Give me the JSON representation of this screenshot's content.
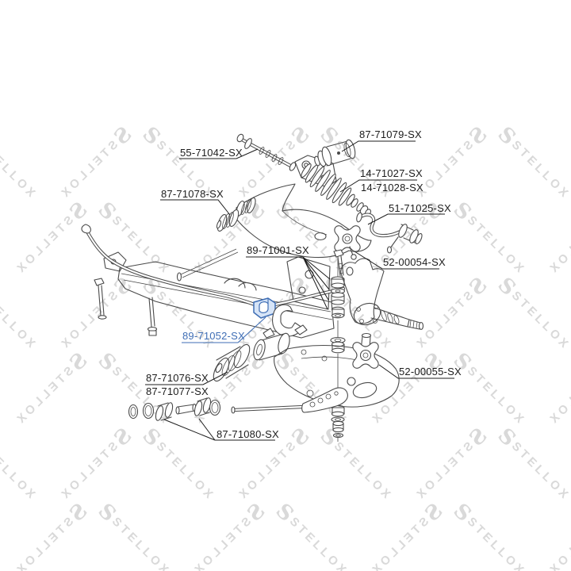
{
  "page": {
    "background": "#ffffff"
  },
  "watermark": {
    "logo": "S",
    "text": "STELLOX",
    "color": "#d9d9d9"
  },
  "diagram": {
    "type": "exploded-parts-diagram",
    "subject": "front suspension assembly",
    "line_color": "#4a4a4a",
    "highlight_color": "#3f6eb5",
    "highlight_fill": "#d6e4f7",
    "labels": [
      {
        "id": "55-71042-SX",
        "text": "55-71042-SX",
        "highlighted": false
      },
      {
        "id": "87-71079-SX",
        "text": "87-71079-SX",
        "highlighted": false
      },
      {
        "id": "14-71027-SX",
        "text": "14-71027-SX",
        "highlighted": false
      },
      {
        "id": "14-71028-SX",
        "text": "14-71028-SX",
        "highlighted": false
      },
      {
        "id": "87-71078-SX",
        "text": "87-71078-SX",
        "highlighted": false
      },
      {
        "id": "51-71025-SX",
        "text": "51-71025-SX",
        "highlighted": false
      },
      {
        "id": "89-71001-SX",
        "text": "89-71001-SX",
        "highlighted": false
      },
      {
        "id": "52-00054-SX",
        "text": "52-00054-SX",
        "highlighted": false
      },
      {
        "id": "89-71052-SX",
        "text": "89-71052-SX",
        "highlighted": true
      },
      {
        "id": "52-00055-SX",
        "text": "52-00055-SX",
        "highlighted": false
      },
      {
        "id": "87-71076-SX",
        "text": "87-71076-SX",
        "highlighted": false
      },
      {
        "id": "87-71077-SX",
        "text": "87-71077-SX",
        "highlighted": false
      },
      {
        "id": "87-71080-SX",
        "text": "87-71080-SX",
        "highlighted": false
      }
    ]
  }
}
